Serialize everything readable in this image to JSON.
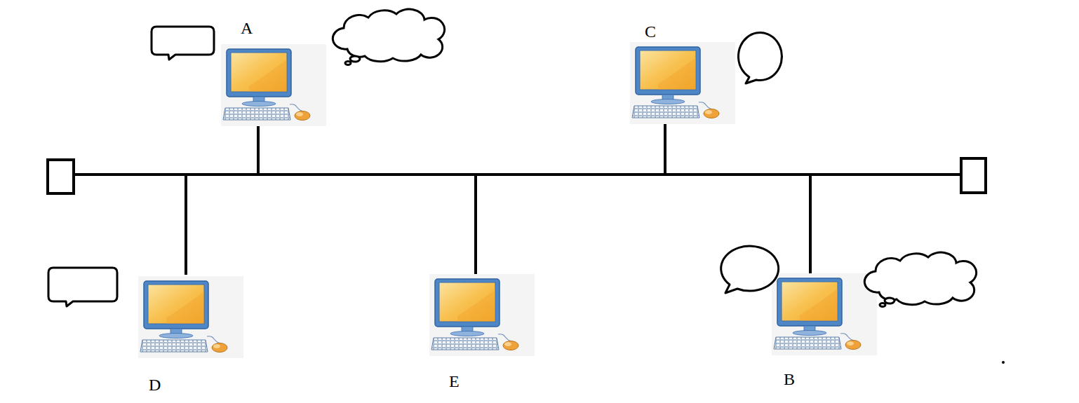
{
  "diagram": {
    "labels": [
      "A",
      "C",
      "D",
      "E",
      "B"
    ]
  }
}
